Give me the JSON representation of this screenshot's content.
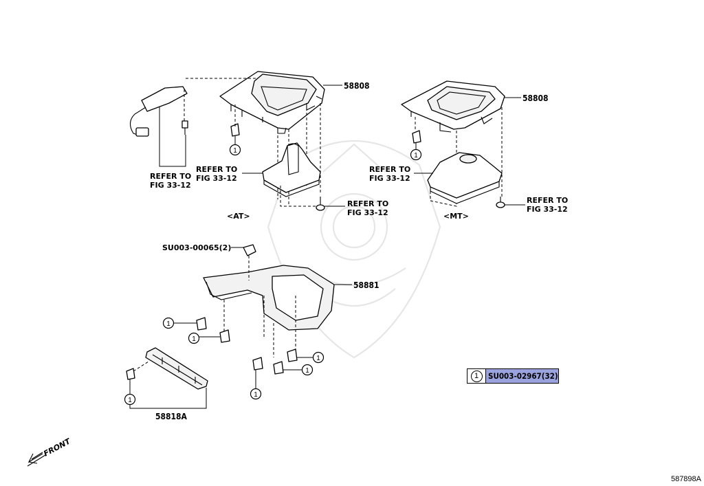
{
  "parts": {
    "at_console": "58808",
    "mt_console": "58808",
    "shift_panel": "58881",
    "lower_panel": "58818A"
  },
  "references": {
    "fig_a": "REFER TO",
    "fig_a2": "FIG 33-12",
    "fig_b": "REFER TO",
    "fig_b2": "FIG 33-12",
    "fig_c": "REFER TO",
    "fig_c2": "FIG 33-12",
    "fig_d": "REFER TO",
    "fig_d2": "FIG 33-12"
  },
  "variants": {
    "at": "<AT>",
    "mt": "<MT>"
  },
  "screw_part": "SU003-00065(2)",
  "legend": {
    "callout_number": "1",
    "callout_part": "SU003-02967(32)"
  },
  "callout_marker": "1",
  "front_label": "FRONT",
  "diagram_id": "587898A"
}
